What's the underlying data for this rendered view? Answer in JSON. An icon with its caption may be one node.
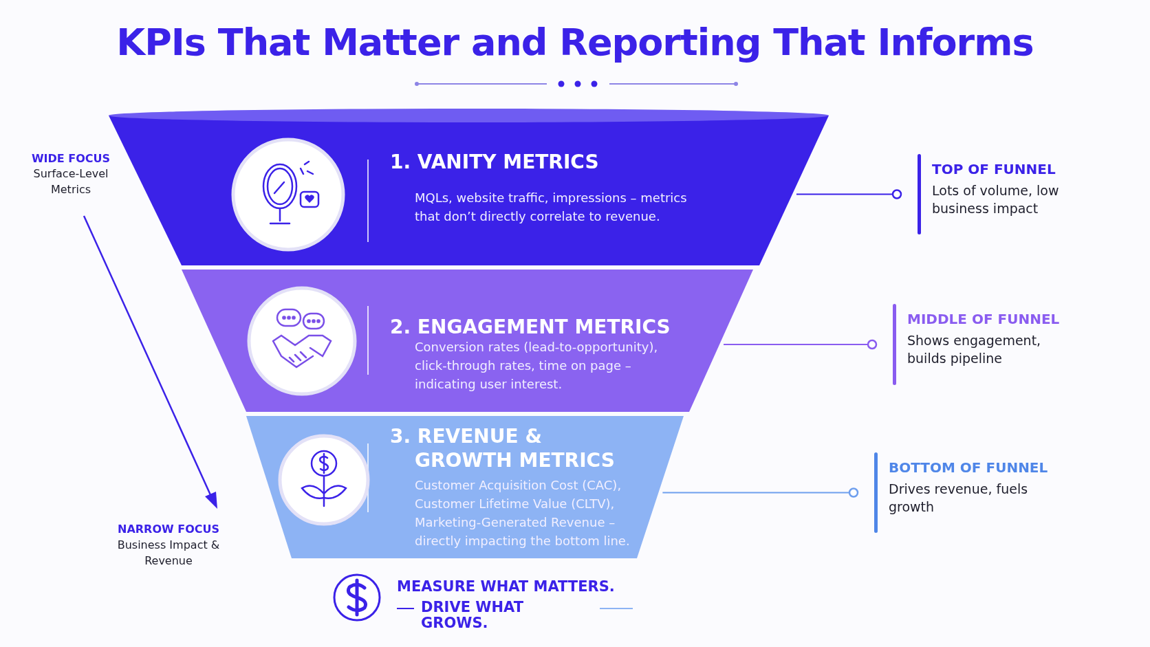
{
  "diagram": {
    "title": "KPIs That Matter and Reporting That Informs",
    "nodes": [
      {
        "text": [
          "1. VANITY METRICS",
          "MQLs, website traffic, impressions – metrics that don’t directly correlate to revenue."
        ]
      },
      {
        "text": [
          "2. ENGAGEMENT METRICS",
          "Conversion rates (lead-to-opportunity), click-through rates, time on page – indicating user interest."
        ]
      },
      {
        "text": [
          "3. REVENUE & GROWTH METRICS",
          "Customer Acquisition Cost (CAC), Customer Lifetime Value (CLTV), Marketing-Generated Revenue – directly impacting the bottom line."
        ]
      },
      {
        "text": [
          "TOP OF FUNNEL",
          "Lots of volume, low business impact"
        ]
      },
      {
        "text": [
          "MIDDLE OF FUNNEL",
          "Shows engagement, builds pipeline"
        ]
      },
      {
        "text": [
          "BOTTOM OF FUNNEL",
          "Drives revenue, fuels growth"
        ]
      }
    ],
    "edges": [
      {
        "from": 0,
        "to": 3,
        "arrow": "other",
        "color": "#3b22e8"
      },
      {
        "from": 1,
        "to": 4,
        "arrow": "other",
        "color": "#8a5cf0"
      },
      {
        "from": 2,
        "to": 5,
        "arrow": "other",
        "color": "#6f9fee"
      }
    ],
    "labels": [
      "WIDE FOCUS",
      "Surface-Level Metrics",
      "NARROW FOCUS",
      "Business Impact & Revenue",
      "MEASURE WHAT MATTERS.",
      "DRIVE WHAT GROWS."
    ]
  }
}
